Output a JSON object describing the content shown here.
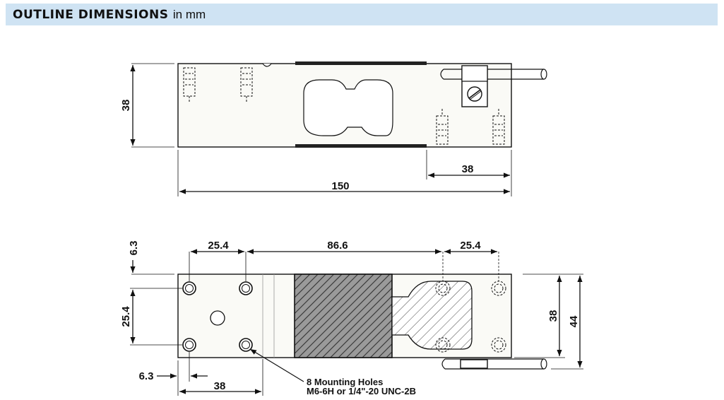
{
  "header": {
    "title": "OUTLINE DIMENSIONS",
    "unit": "in mm"
  },
  "side_view": {
    "height": "38",
    "hole_offset": "38",
    "length": "150"
  },
  "top_view": {
    "edge_offset_top": "6.3",
    "hole_spacing_left": "25.4",
    "center_span": "86.6",
    "hole_spacing_right": "25.4",
    "hole_spacing_vertical": "25.4",
    "edge_offset_left": "6.3",
    "hole_offset_bottom": "38",
    "body_height": "38",
    "overall_height": "44",
    "note_line1": "8 Mounting Holes",
    "note_line2": "M6-6H or 1/4\"-20 UNC-2B"
  },
  "colors": {
    "header_bg": "#cfe3f3",
    "line": "#111111",
    "body_fill": "#fafaf6"
  }
}
